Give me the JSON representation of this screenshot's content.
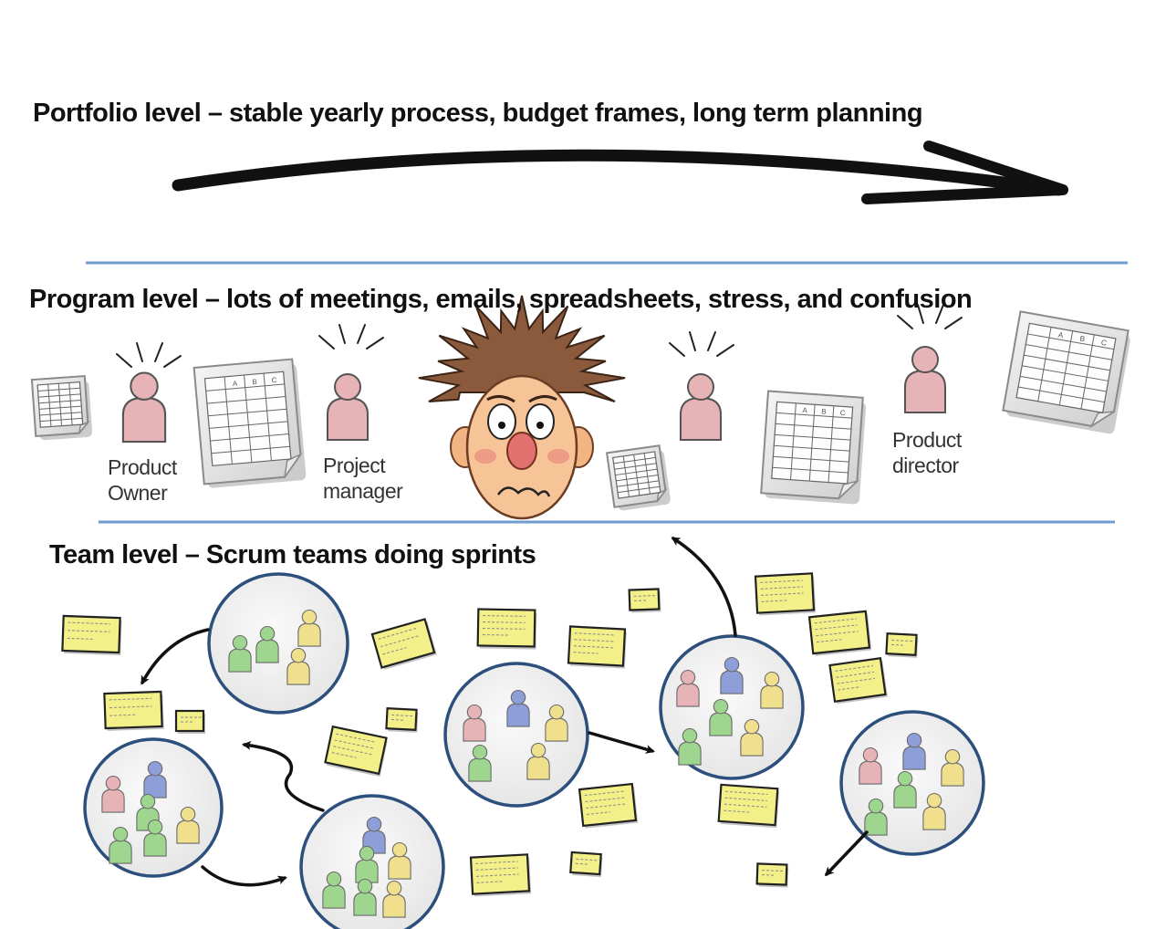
{
  "levels": {
    "portfolio": {
      "title": "Portfolio level – stable yearly process, budget frames, long term planning"
    },
    "program": {
      "title": "Program level – lots of meetings, emails, spreadsheets, stress, and confusion"
    },
    "team": {
      "title": "Team level – Scrum teams doing sprints"
    }
  },
  "roles": {
    "product_owner": "Product Owner",
    "project_manager": "Project manager",
    "product_director": "Product director"
  },
  "spreadsheet_headers": [
    "A",
    "B",
    "C"
  ],
  "colors": {
    "divider": "#6f9ccf",
    "person_pink": "#e6b3b7",
    "person_green": "#9ed68f",
    "person_blue": "#8d9ed8",
    "person_yellow": "#f0e08e",
    "team_circle_border": "#2c4f7c",
    "team_circle_fill": "#f1f1f1",
    "sticky_note": "#f3f08a",
    "arrow": "#111111"
  },
  "icons": [
    "curved-arrow-icon",
    "person-icon",
    "spreadsheet-icon",
    "stressed-man-icon",
    "sticky-note-icon",
    "team-circle-icon"
  ]
}
